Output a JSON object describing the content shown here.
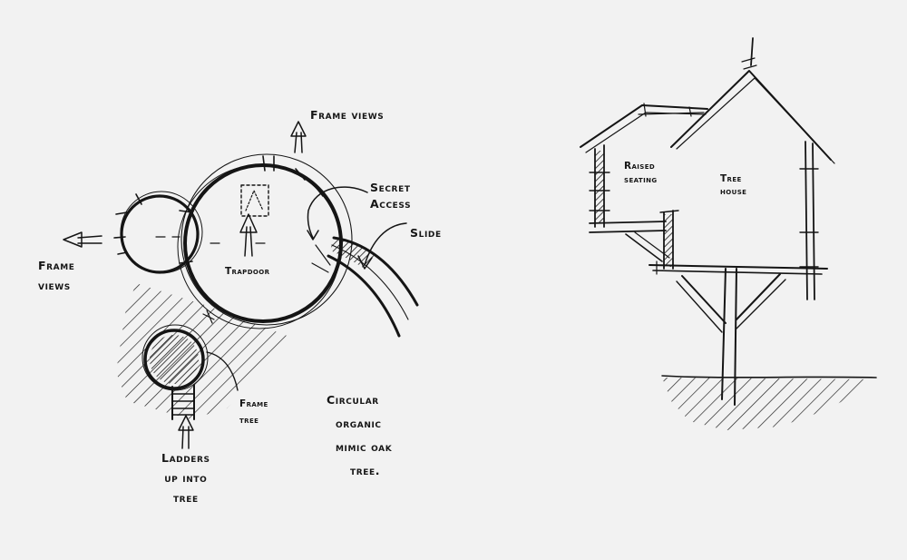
{
  "plan": {
    "labels": {
      "frame_views_top": "Frame views",
      "frame_views_left": [
        "Frame",
        "views"
      ],
      "secret_access": [
        "Secret",
        "Access"
      ],
      "slide": "Slide",
      "trapdoor": "Trapdoor",
      "frame_tree": [
        "Frame",
        "tree"
      ],
      "ladders": [
        "Ladders",
        "up into",
        "tree"
      ],
      "concept": [
        "Circular",
        "organic",
        "mimic oak",
        "tree."
      ]
    }
  },
  "section": {
    "labels": {
      "raised_seating": [
        "Raised",
        "seating"
      ],
      "tree_house": [
        "Tree",
        "house"
      ]
    }
  },
  "colors": {
    "paper": "#f2f2f2",
    "ink": "#151515"
  }
}
